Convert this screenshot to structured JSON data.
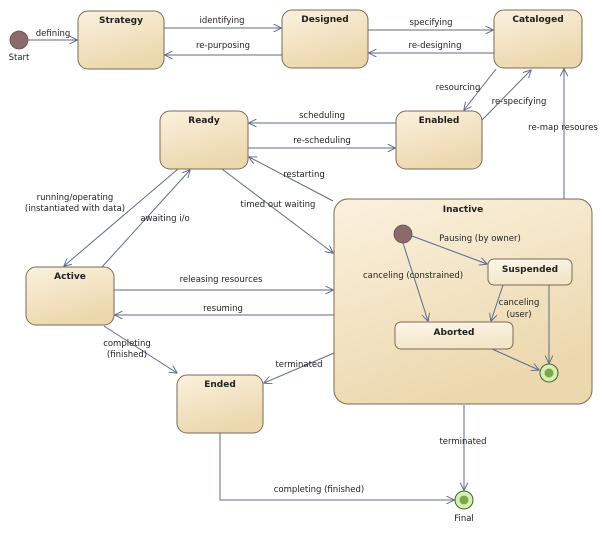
{
  "states": {
    "strategy": "Strategy",
    "designed": "Designed",
    "cataloged": "Cataloged",
    "ready": "Ready",
    "enabled": "Enabled",
    "active": "Active",
    "ended": "Ended",
    "inactive": "Inactive",
    "suspended": "Suspended",
    "aborted": "Aborted"
  },
  "pseudostates": {
    "start": "Start",
    "final": "Final"
  },
  "transitions": {
    "defining": "defining",
    "identifying": "identifying",
    "re_purposing": "re-purposing",
    "specifying": "specifying",
    "re_designing": "re-designing",
    "resourcing": "resourcing",
    "re_specifying": "re-specifying",
    "scheduling": "scheduling",
    "re_scheduling": "re-scheduling",
    "re_map_resources": "re-map resoures",
    "restarting": "restarting",
    "running_line1": "running/operating",
    "running_line2": "(instantiated with data)",
    "awaiting_io": "awaiting i/o",
    "timed_out_waiting": "timed out waiting",
    "releasing_resources": "releasing resources",
    "resuming": "resuming",
    "completing_line1": "completing",
    "completing_line2": "(finished)",
    "terminated_to_ended": "terminated",
    "terminated_to_final": "terminated",
    "completing_final": "completing (finished)",
    "pausing": "Pausing (by owner)",
    "canceling_constrained": "canceling (constrained)",
    "canceling_user_line1": "canceling",
    "canceling_user_line2": "(user)"
  }
}
